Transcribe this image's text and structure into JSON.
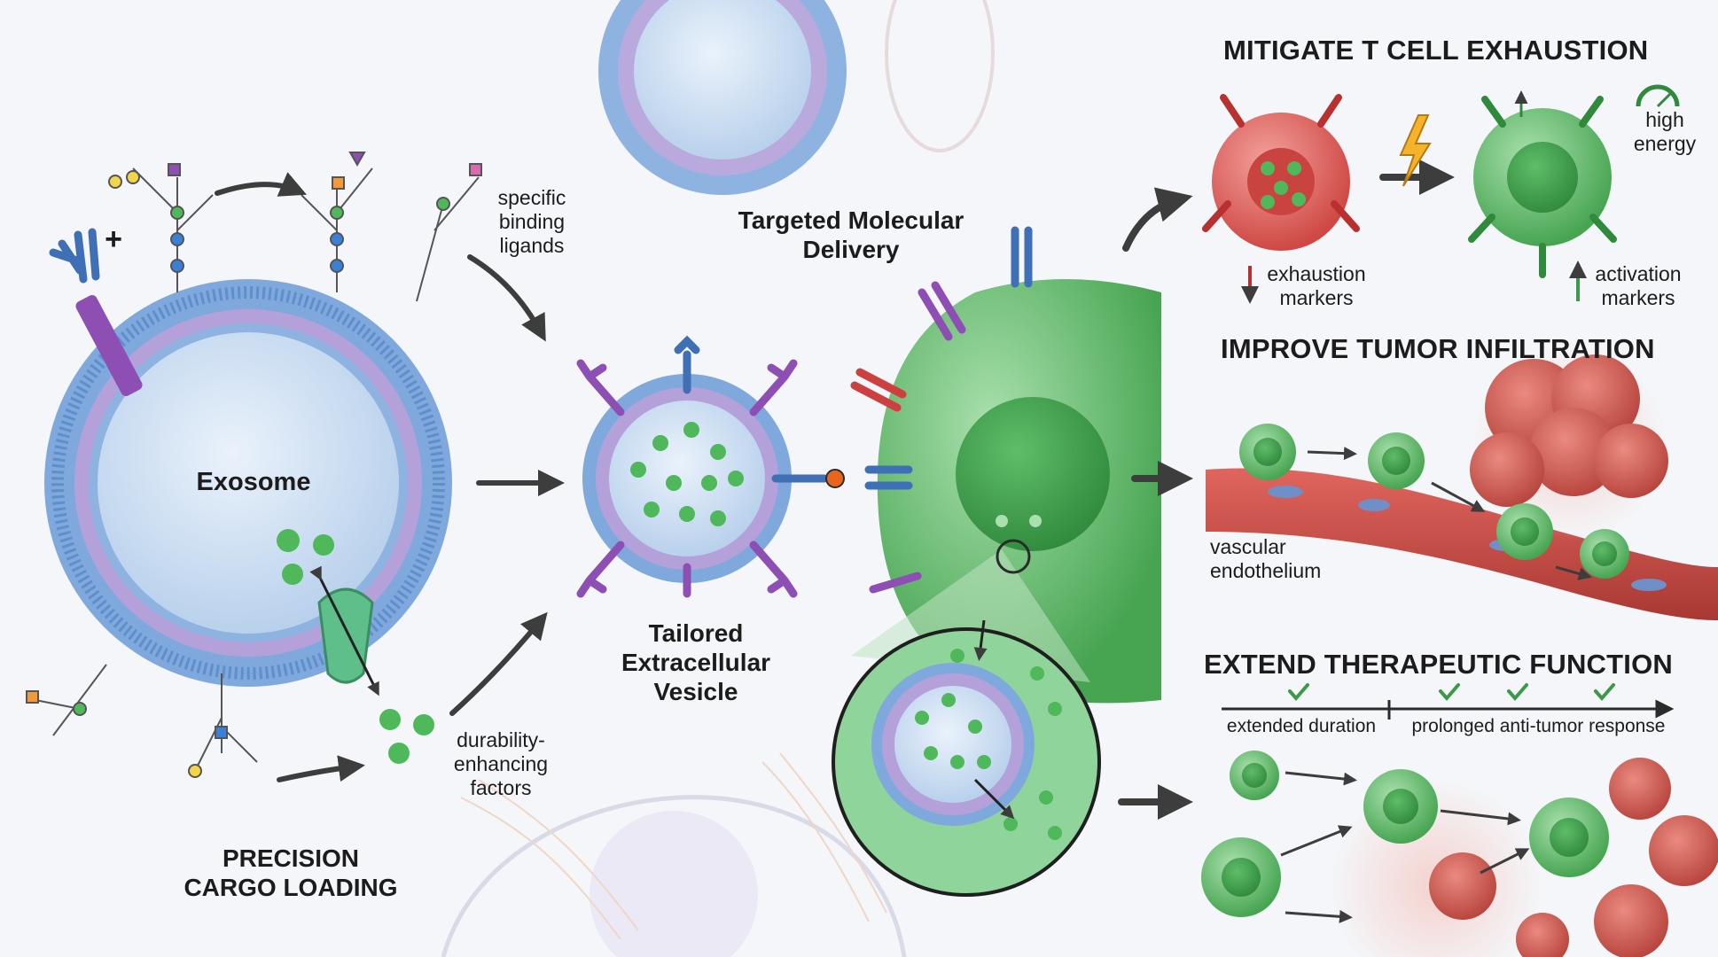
{
  "labels": {
    "exosome": "Exosome",
    "plus": "+",
    "specific_binding_ligands": "specific\nbinding\nligands",
    "durability_factors": "durability-\nenhancing\nfactors",
    "precision_cargo_loading": "PRECISION\nCARGO LOADING",
    "targeted_delivery": "Targeted Molecular\nDelivery",
    "tailored_vesicle": "Tailored\nExtracellular\nVesicle",
    "mitigate": "MITIGATE T CELL EXHAUSTION",
    "exhaustion_markers": "exhaustion\nmarkers",
    "activation_markers": "activation\nmarkers",
    "high_energy": "high\nenergy",
    "improve": "IMPROVE TUMOR INFILTRATION",
    "vascular_endothelium": "vascular\nendothelium",
    "extend": "EXTEND THERAPEUTIC FUNCTION",
    "extended_duration": "extended duration",
    "prolonged_response": "prolonged anti-tumor response"
  },
  "colors": {
    "membrane_blue": "#6b9fd6",
    "lipid_purple": "#9d86c9",
    "vesicle_lumen": "#cfe0f2",
    "cargo_green": "#4fb85a",
    "tcell_green": "#5cbf6a",
    "exhausted_red": "#e0524f",
    "tumor_red": "#c9544e",
    "vessel_red": "#c94a45",
    "arrow_dark": "#3d3d3d",
    "check_green": "#3a9a48",
    "marker_down": "#b83030",
    "marker_up": "#3a9a48"
  },
  "icons": [
    "lightning-icon",
    "energy-gauge-icon",
    "down-arrow-icon",
    "up-arrow-icon",
    "checkmark-icon"
  ]
}
